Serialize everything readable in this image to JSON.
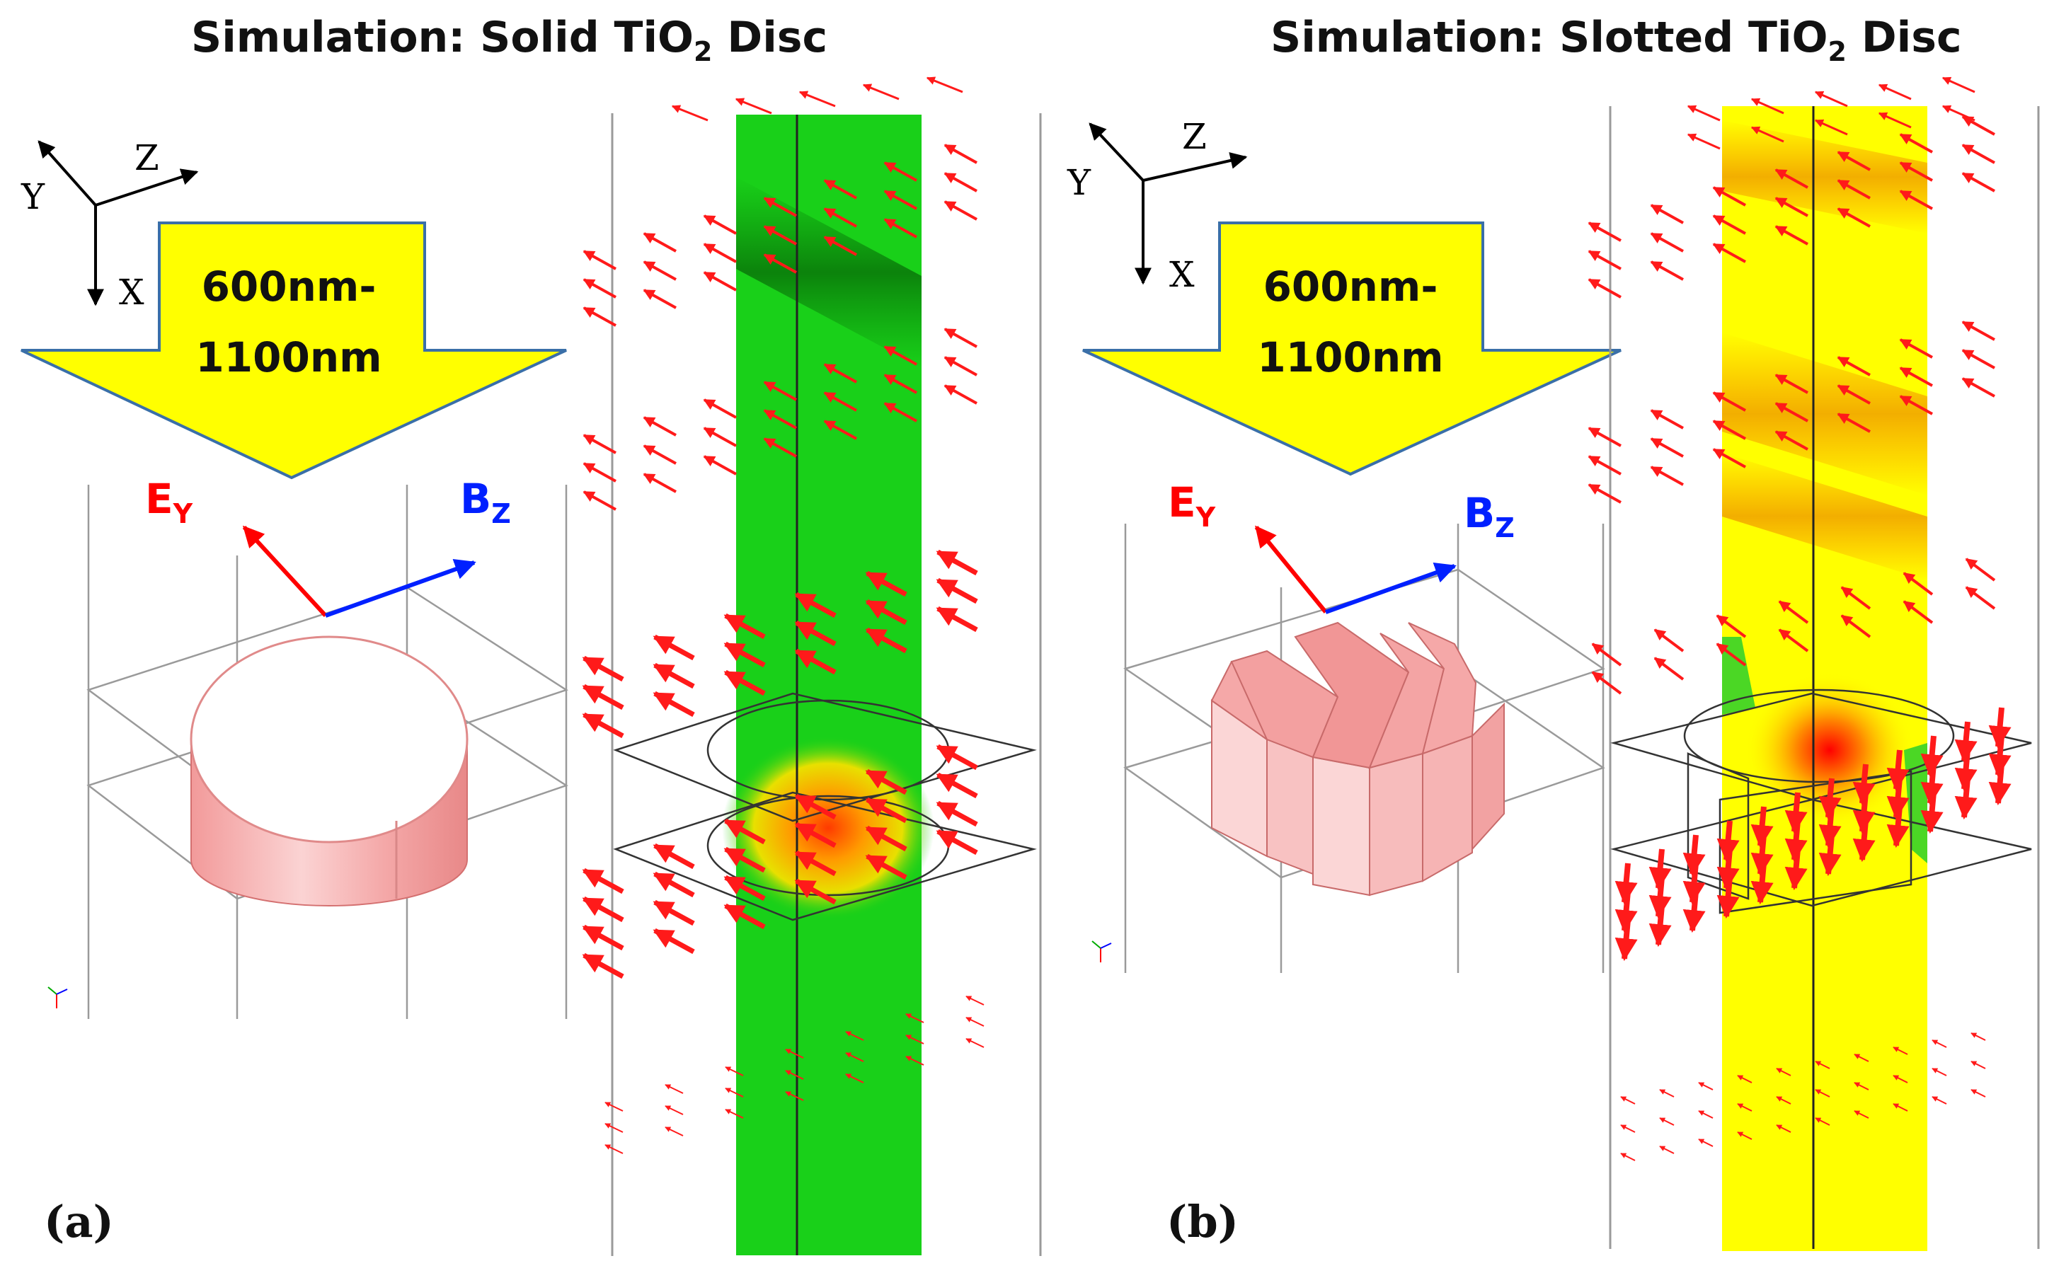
{
  "panel_a": {
    "title_prefix": "Simulation: Solid TiO",
    "title_sub": "2",
    "title_suffix": " Disc",
    "axis_y": "Y",
    "axis_z": "Z",
    "axis_x": "X",
    "arrow_line1": "600nm-",
    "arrow_line2": "1100nm",
    "e_main": "E",
    "e_sub": "Y",
    "b_main": "B",
    "b_sub": "Z",
    "label": "(a)",
    "field_color": "#19d019"
  },
  "panel_b": {
    "title_prefix": "Simulation: Slotted TiO",
    "title_sub": "2",
    "title_suffix": " Disc",
    "axis_y": "Y",
    "axis_z": "Z",
    "axis_x": "X",
    "arrow_line1": "600nm-",
    "arrow_line2": "1100nm",
    "e_main": "E",
    "e_sub": "Y",
    "b_main": "B",
    "b_sub": "Z",
    "label": "(b)",
    "field_color": "#ffff00"
  },
  "colors": {
    "arrow_fill": "#ffff00",
    "arrow_stroke": "#3a6fa8",
    "e_field": "#ff0000",
    "b_field": "#0020ff",
    "disc_fill": "#f7b3b3",
    "field_vector": "#ff1a1a"
  }
}
